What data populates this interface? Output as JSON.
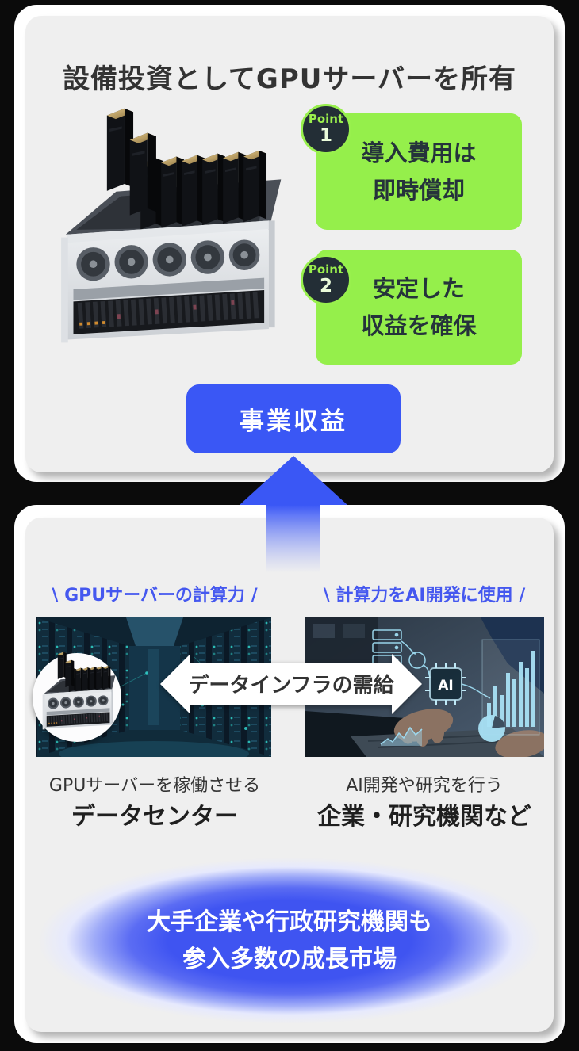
{
  "colors": {
    "page_bg": "#0b0b0b",
    "card_bg": "#ffffff",
    "inner_bg": "#efefef",
    "accent_green": "#95EF4B",
    "badge_navy": "#232e36",
    "accent_blue": "#3A57F5",
    "header_blue": "#4558EF",
    "text_dark": "#333333"
  },
  "icons": {
    "up_arrow": "blue upward arrow, fades downward",
    "double_arrow": "white horizontal double-headed arrow band",
    "ai_chip": "cyan holographic AI chip"
  },
  "top_section": {
    "title": "設備投資としてGPUサーバーを所有",
    "points": [
      {
        "badge_label": "Point",
        "badge_number": "1",
        "lines": [
          "導入費用は",
          "即時償却"
        ]
      },
      {
        "badge_label": "Point",
        "badge_number": "2",
        "lines": [
          "安定した",
          "収益を確保"
        ]
      }
    ],
    "result_button": "事業収益"
  },
  "bottom_section": {
    "left": {
      "header": "\\ GPUサーバーの計算力 /",
      "caption": "GPUサーバーを稼働させる",
      "caption_bold": "データセンター"
    },
    "right": {
      "header": "\\ 計算力をAI開発に使用 /",
      "caption": "AI開発や研究を行う",
      "caption_bold": "企業・研究機関など"
    },
    "arrow_label": "データインフラの需給",
    "ai_chip_label": "AI",
    "highlight": {
      "line1": "大手企業や行政研究機関も",
      "line2": "参入多数の成長市場"
    }
  }
}
